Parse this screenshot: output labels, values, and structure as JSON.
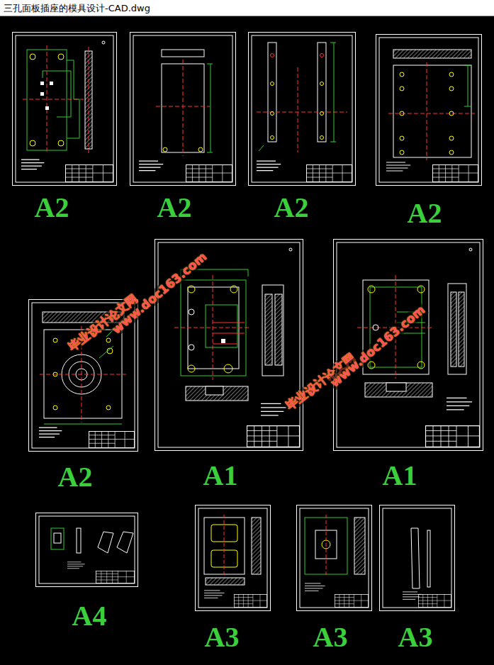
{
  "diagram": {
    "title": "三孔面板插座的模具设计-CAD.dwg",
    "nodes": [
      {
        "text": [
          "A2"
        ]
      },
      {
        "text": [
          "A2"
        ]
      },
      {
        "text": [
          "A2"
        ]
      },
      {
        "text": [
          "A2"
        ]
      },
      {
        "text": [
          "A2"
        ]
      },
      {
        "text": [
          "A1"
        ]
      },
      {
        "text": [
          "A1"
        ]
      },
      {
        "text": [
          "A4"
        ]
      },
      {
        "text": [
          "A3"
        ]
      },
      {
        "text": [
          "A3"
        ]
      },
      {
        "text": [
          "A3"
        ]
      }
    ],
    "labels": [
      "毕业设计论文网",
      "www.doc163.com",
      "毕业设计论文网",
      "www.doc163.com"
    ]
  }
}
